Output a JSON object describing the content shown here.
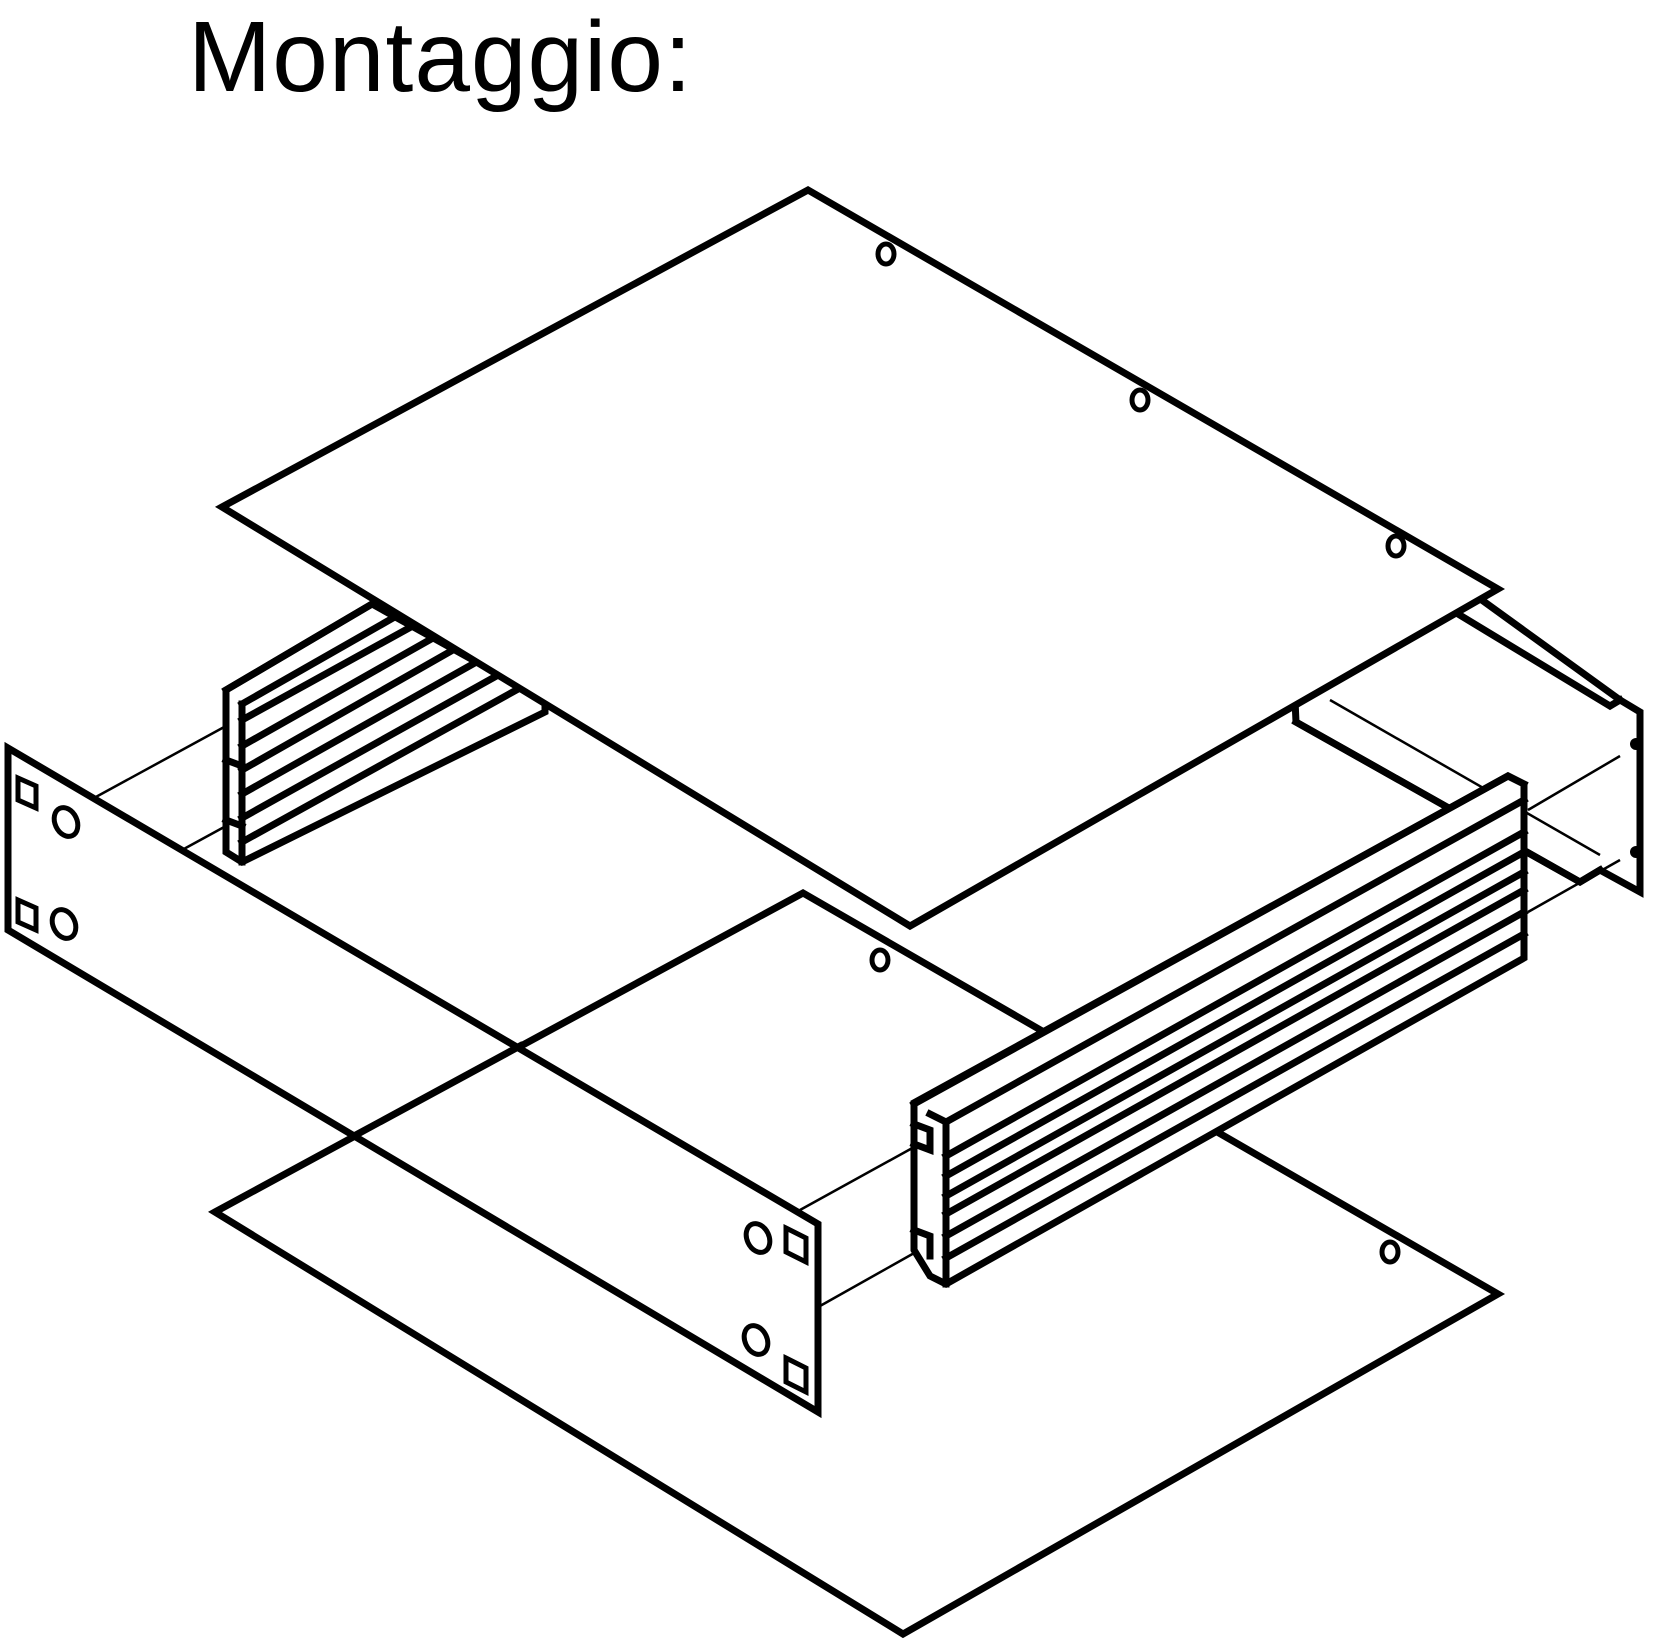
{
  "title": "Montaggio:",
  "colors": {
    "line": "#000000",
    "background": "#ffffff"
  },
  "parts": [
    "top-cover",
    "rear-panel",
    "left-side-profile",
    "right-side-profile",
    "front-panel",
    "bottom-cover"
  ]
}
